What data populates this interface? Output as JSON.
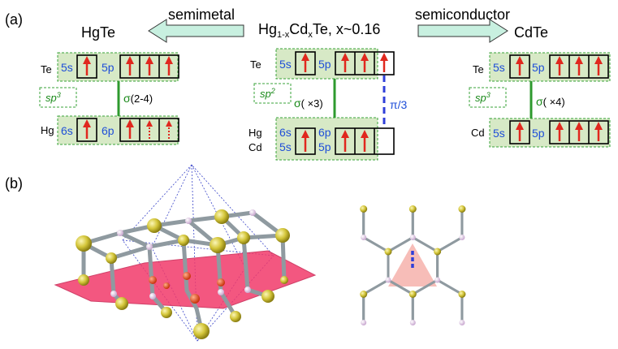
{
  "panel_a": {
    "label": "(a)",
    "title_main": "Hg",
    "title_sub": "1-x",
    "title_mid": "Cd",
    "title_sub2": "x",
    "title_rest": "Te, x~0.16",
    "left_arrow_label": "semimetal",
    "right_arrow_label": "semiconductor",
    "left_compound": "HgTe",
    "right_compound": "CdTe",
    "hgte": {
      "top_atom": "Te",
      "bottom_atom": "Hg",
      "top_s": "5s",
      "top_p": "5p",
      "bottom_s": "6s",
      "bottom_p": "6p",
      "hybrid": "sp",
      "hybrid_sup": "3",
      "sigma": "σ",
      "sigma_count": "(2-4)"
    },
    "alloy": {
      "top_atom": "Te",
      "bottom_atom_1": "Hg",
      "bottom_atom_2": "Cd",
      "top_s": "5s",
      "top_p": "5p",
      "bottom_s_1": "6s",
      "bottom_s_2": "5s",
      "bottom_p_1": "6p",
      "bottom_p_2": "5p",
      "hybrid": "sp",
      "hybrid_sup": "2",
      "sigma": "σ",
      "sigma_count": "( ×3)",
      "pi": "π/3"
    },
    "cdte": {
      "top_atom": "Te",
      "bottom_atom": "Cd",
      "top_s": "5s",
      "top_p": "5p",
      "bottom_s": "5s",
      "bottom_p": "5p",
      "hybrid": "sp",
      "hybrid_sup": "3",
      "sigma": "σ",
      "sigma_count": "( ×4)"
    }
  },
  "panel_b": {
    "label": "(b)"
  },
  "colors": {
    "box_fill": "#d7e9c6",
    "box_border": "#3aa33a",
    "electron_arrow": "#e0281e",
    "orbital_label": "#1f4fd8",
    "bond_line": "#2e9a2e",
    "pi_bond": "#2f3fd9",
    "arrow_fill": "#c8f0e0",
    "te_atom": "#d2c83a",
    "hg_atom": "#e7cfe8",
    "plane": "#f23a6a"
  }
}
